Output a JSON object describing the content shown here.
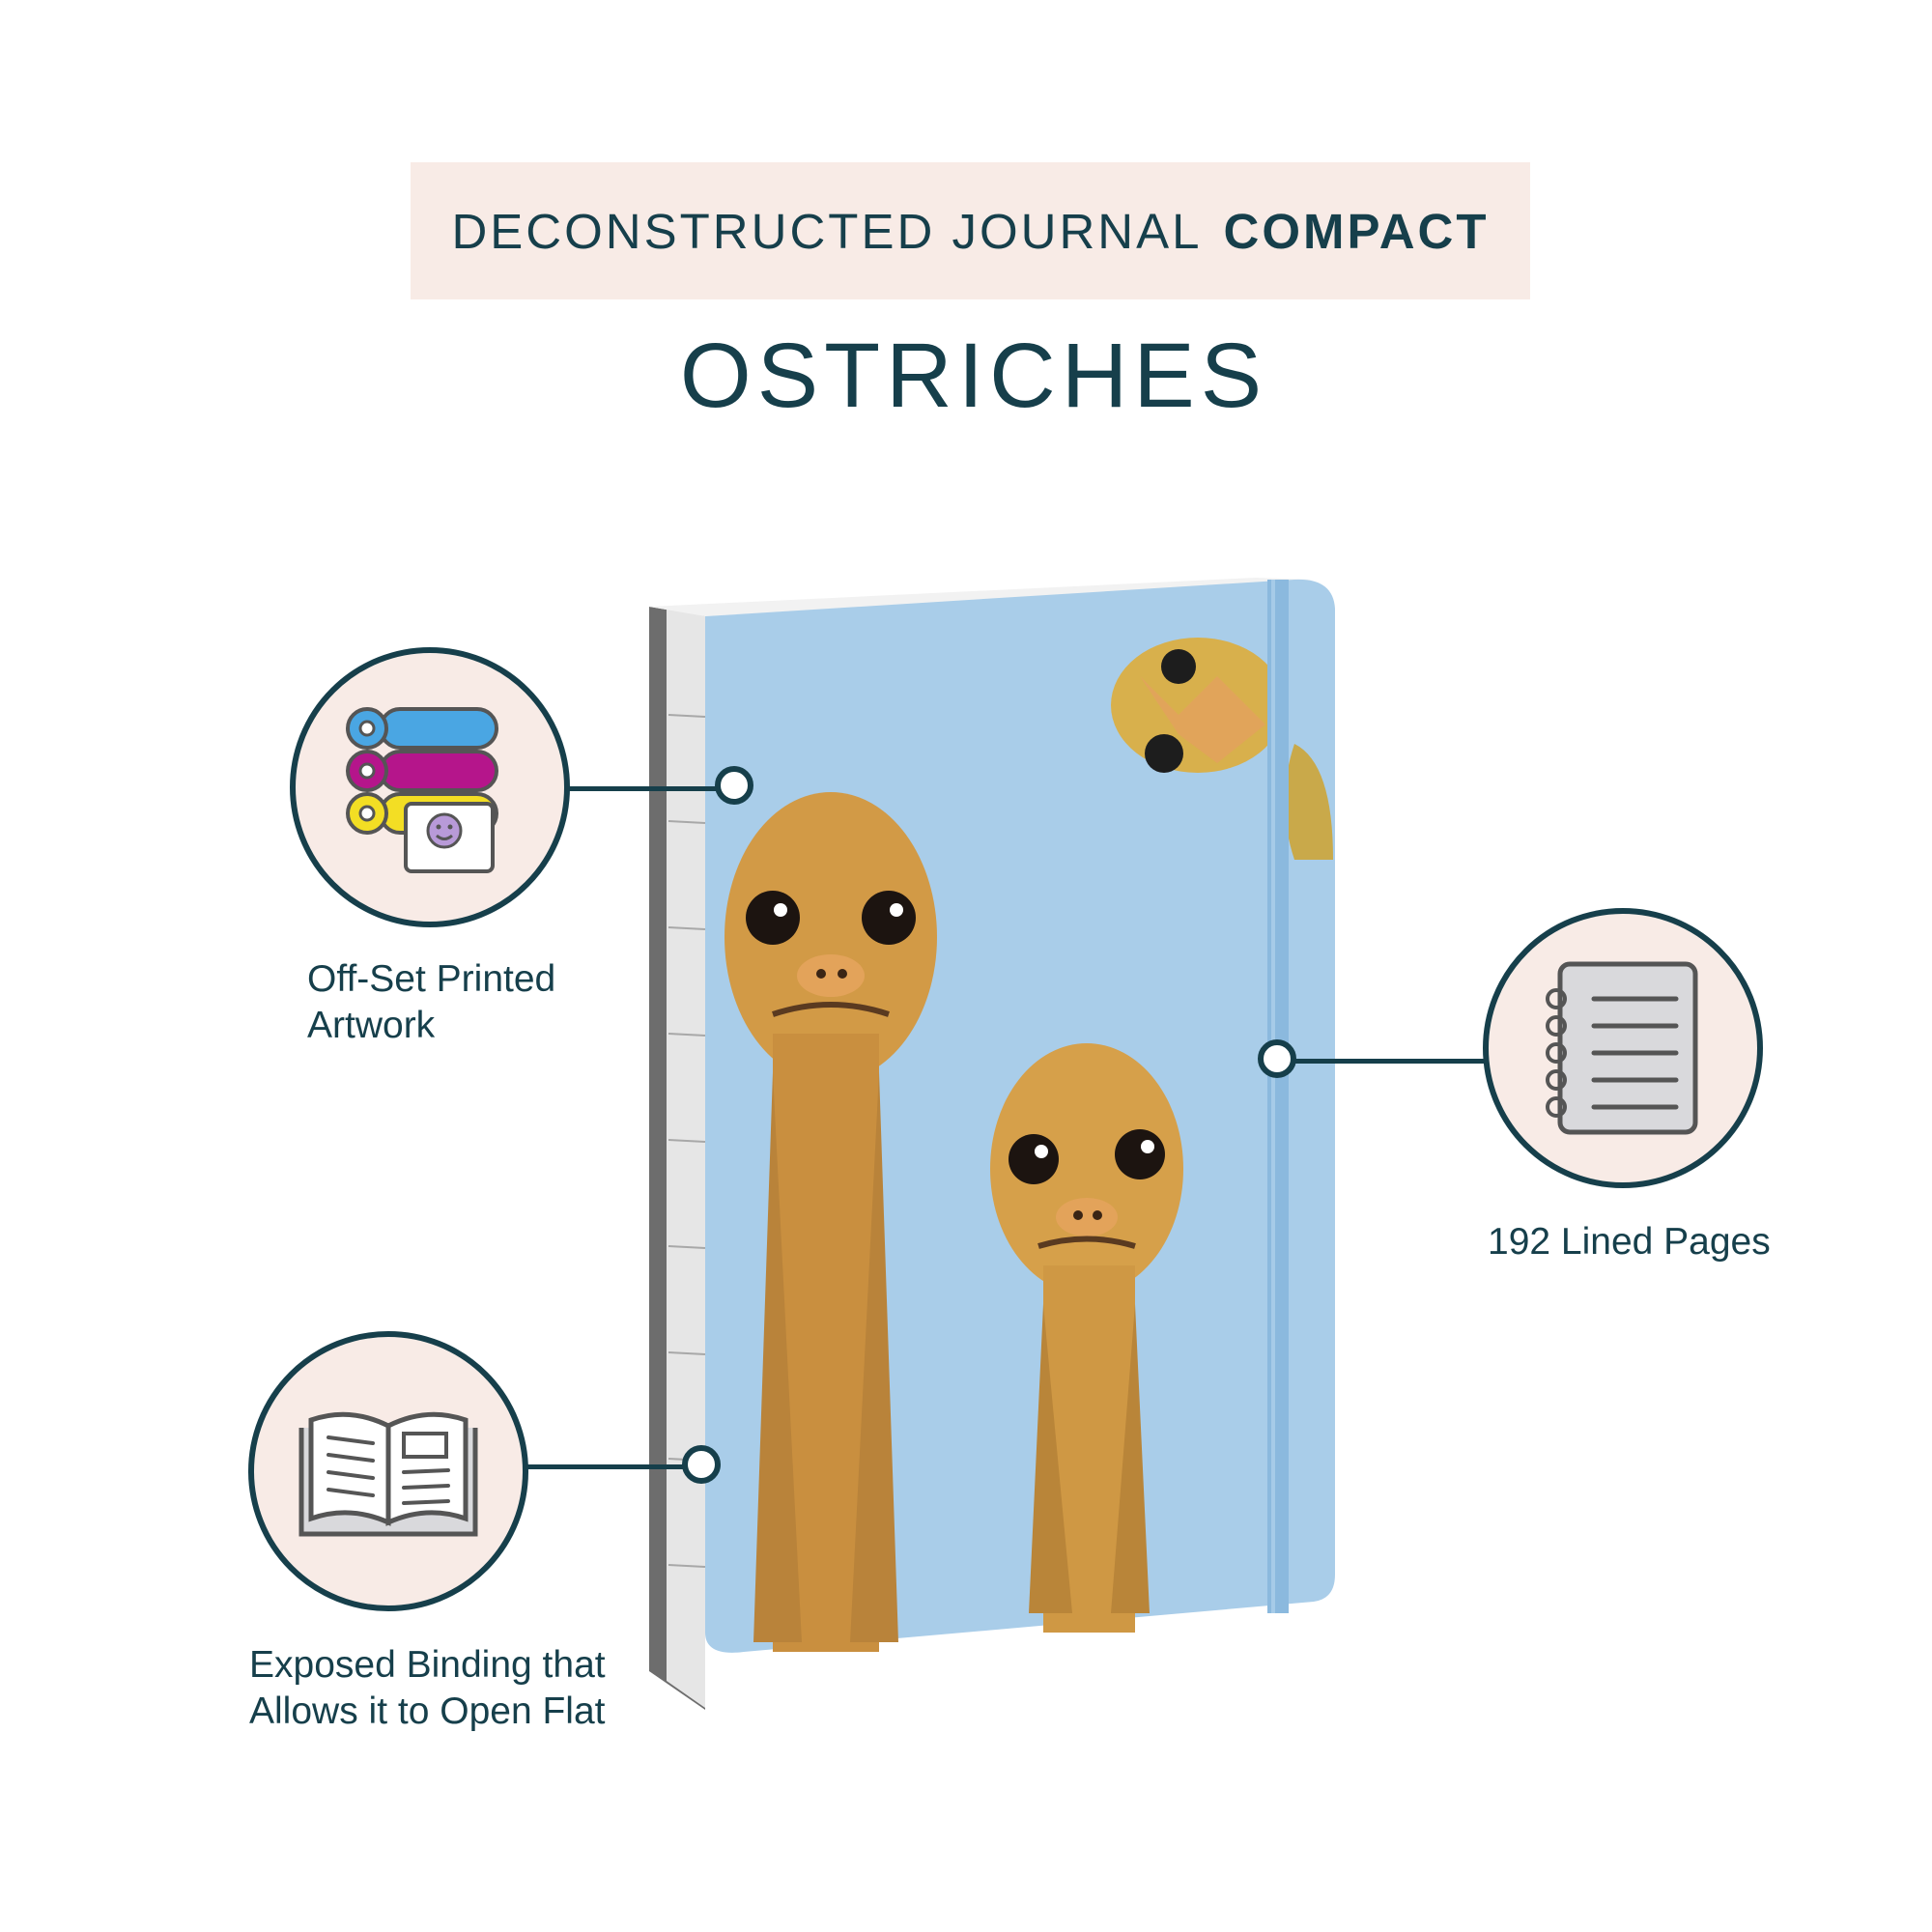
{
  "header": {
    "banner_prefix": "DECONSTRUCTED JOURNAL",
    "banner_bold": "COMPACT",
    "title": "OSTRICHES"
  },
  "features": [
    {
      "icon": "printer-rolls-icon",
      "label_line1": "Off-Set Printed",
      "label_line2": "Artwork"
    },
    {
      "icon": "notebook-icon",
      "label_line1": "192 Lined Pages",
      "label_line2": ""
    },
    {
      "icon": "open-book-icon",
      "label_line1": "Exposed Binding that",
      "label_line2": "Allows it to Open Flat"
    }
  ],
  "colors": {
    "accent": "#163f4b",
    "banner_bg": "#f8ebe6",
    "cover_blue": "#a9cde9",
    "ostrich": "#d8a24a"
  }
}
